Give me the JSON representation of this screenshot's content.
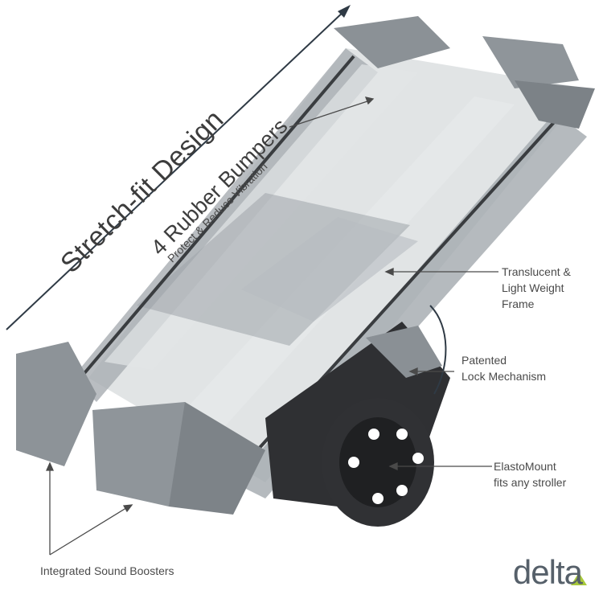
{
  "headline": "Stretch-fit Design",
  "bumpers": {
    "title": "4 Rubber Bumpers",
    "subtitle": "Protect & Reduce Vibration"
  },
  "callouts": {
    "frame": [
      "Translucent &",
      "Light Weight",
      "Frame"
    ],
    "lock": [
      "Patented",
      "Lock Mechanism"
    ],
    "mount": [
      "ElastoMount",
      "fits any stroller"
    ],
    "sound": "Integrated Sound Boosters"
  },
  "brand": {
    "name": "delta",
    "accent_color": "#a8c93a"
  },
  "colors": {
    "frame": "#9aa0a4",
    "frame_dark": "#6d7378",
    "mount": "#2e2f31"
  }
}
